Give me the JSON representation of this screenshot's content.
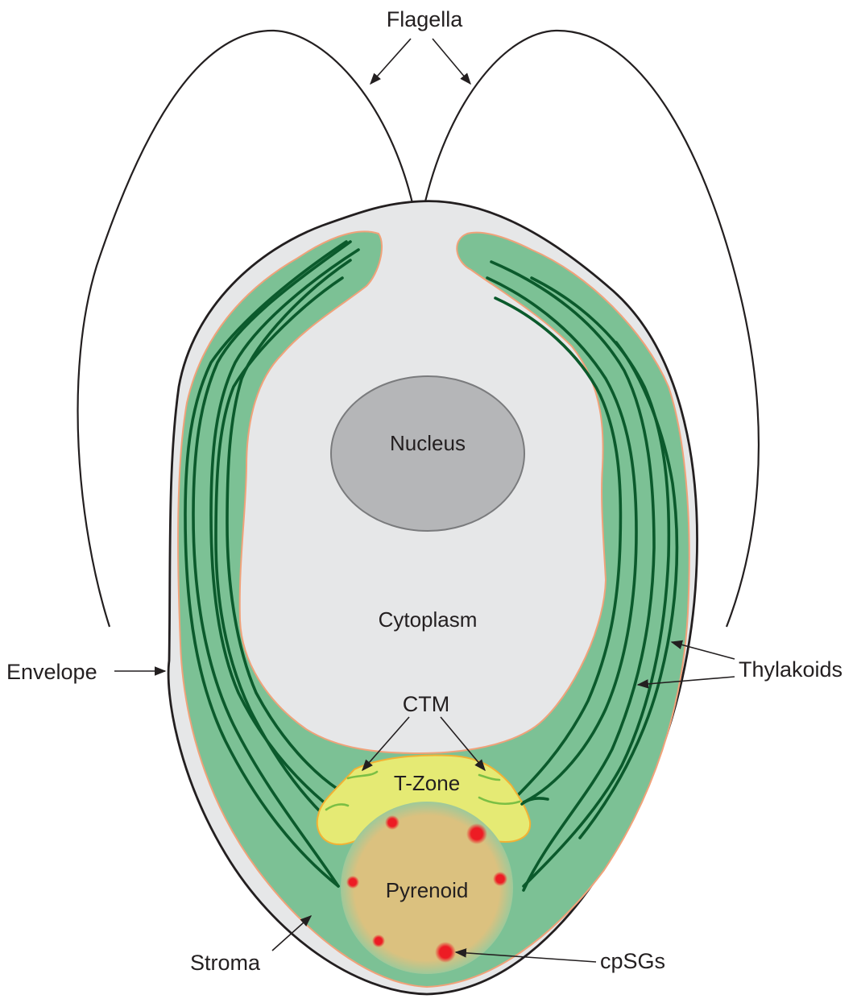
{
  "labels": {
    "flagella": "Flagella",
    "nucleus": "Nucleus",
    "cytoplasm": "Cytoplasm",
    "envelope": "Envelope",
    "thylakoids": "Thylakoids",
    "ctm": "CTM",
    "t_zone": "T-Zone",
    "pyrenoid": "Pyrenoid",
    "stroma": "Stroma",
    "cpsgs": "cpSGs"
  },
  "colors": {
    "cell_fill": "#e6e7e8",
    "chloroplast_fill": "#7cc195",
    "chloroplast_edge": "#f0a27a",
    "thylakoid": "#0b5a2c",
    "nucleus_fill": "#b5b6b8",
    "nucleus_edge": "#7a7b7d",
    "t_zone_fill": "#e5ea74",
    "t_zone_edge": "#f2b134",
    "ctm": "#7bbf44",
    "pyrenoid_fill": "#dbc17f",
    "granule": "#e8232a"
  }
}
